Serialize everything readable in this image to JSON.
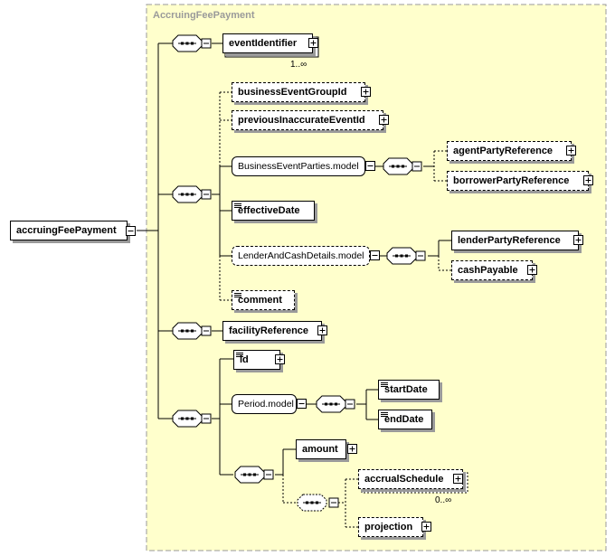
{
  "group": {
    "title": "AccruingFeePayment"
  },
  "root": {
    "label": "accruingFeePayment"
  },
  "elements": {
    "eventIdentifier": "eventIdentifier",
    "eventIdentifier_occurs": "1..∞",
    "businessEventGroupId": "businessEventGroupId",
    "previousInaccurateEventId": "previousInaccurateEventId",
    "businessEventPartiesModel": "BusinessEventParties.model",
    "agentPartyReference": "agentPartyReference",
    "borrowerPartyReference": "borrowerPartyReference",
    "effectiveDate": "effectiveDate",
    "lenderAndCashDetailsModel": "LenderAndCashDetails.model",
    "lenderPartyReference": "lenderPartyReference",
    "cashPayable": "cashPayable",
    "comment": "comment",
    "facilityReference": "facilityReference",
    "id": "id",
    "periodModel": "Period.model",
    "startDate": "startDate",
    "endDate": "endDate",
    "amount": "amount",
    "accrualSchedule": "accrualSchedule",
    "accrualSchedule_occurs": "0..∞",
    "projection": "projection"
  },
  "colors": {
    "groupBackground": "#ffffcc",
    "groupBorder": "#9a9a9a",
    "shadow": "#9a9a9a"
  },
  "icons": [
    "sequence-compositor-icon",
    "expand-plus-icon",
    "collapse-minus-icon",
    "text-type-icon"
  ]
}
